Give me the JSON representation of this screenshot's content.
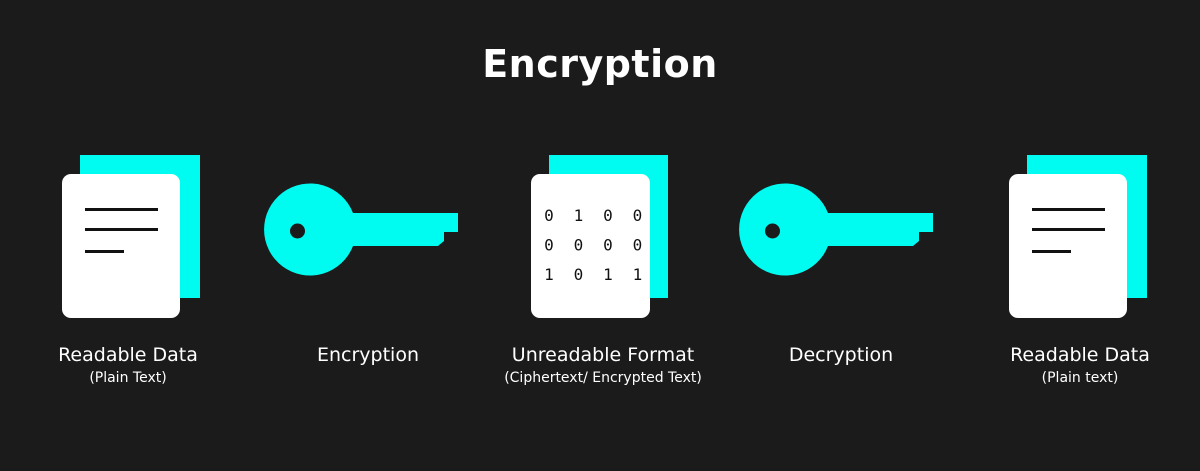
{
  "title": "Encryption",
  "colors": {
    "background": "#1b1b1b",
    "accent": "#00fbf0",
    "document": "#ffffff",
    "ink": "#111111"
  },
  "steps": [
    {
      "icon": "document-icon",
      "label": "Readable Data",
      "sublabel": "(Plain Text)"
    },
    {
      "icon": "key-icon",
      "label": "Encryption"
    },
    {
      "icon": "binary-document-icon",
      "label": "Unreadable Format",
      "sublabel": "(Ciphertext/ Encrypted Text)",
      "bits": [
        [
          "0",
          "1",
          "0",
          "0"
        ],
        [
          "0",
          "0",
          "0",
          "0"
        ],
        [
          "1",
          "0",
          "1",
          "1"
        ]
      ]
    },
    {
      "icon": "key-icon",
      "label": "Decryption"
    },
    {
      "icon": "document-icon",
      "label": "Readable Data",
      "sublabel": "(Plain text)"
    }
  ]
}
